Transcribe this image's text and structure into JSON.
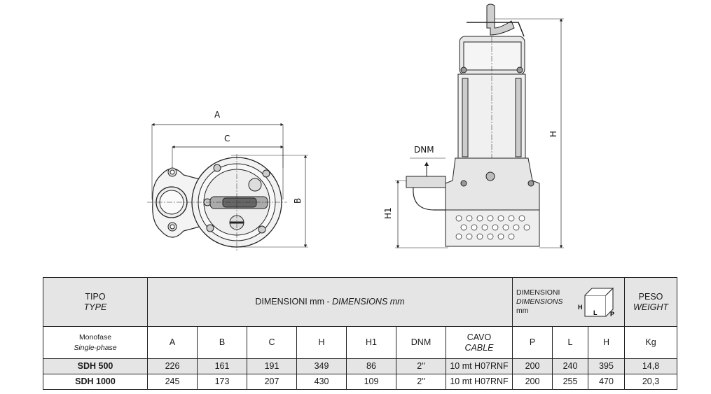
{
  "drawing": {
    "labels": {
      "a": "A",
      "c": "C",
      "b": "B",
      "dnm": "DNM",
      "h1": "H1",
      "h": "H"
    }
  },
  "table": {
    "type_label": "TIPO",
    "type_label_en": "TYPE",
    "dimensions_title": "DIMENSIONI mm - ",
    "dimensions_title_en": "DIMENSIONS mm",
    "box_title": "DIMENSIONI",
    "box_title_en": "DIMENSIONS",
    "box_unit": "mm",
    "box_icon_labels": {
      "h": "H",
      "l": "L",
      "p": "P"
    },
    "weight_label": "PESO",
    "weight_label_en": "WEIGHT",
    "phase_label": "Monofase",
    "phase_label_en": "Single-phase",
    "columns": [
      "A",
      "B",
      "C",
      "H",
      "H1",
      "DNM"
    ],
    "cable_label": "CAVO",
    "cable_label_en": "CABLE",
    "box_columns": [
      "P",
      "L",
      "H"
    ],
    "weight_unit": "Kg",
    "rows": [
      {
        "model": "SDH 500",
        "values": [
          "226",
          "161",
          "191",
          "349",
          "86",
          "2\"",
          "10 mt H07RNF",
          "200",
          "240",
          "395",
          "14,8"
        ]
      },
      {
        "model": "SDH 1000",
        "values": [
          "245",
          "173",
          "207",
          "430",
          "109",
          "2\"",
          "10 mt H07RNF",
          "200",
          "255",
          "470",
          "20,3"
        ]
      }
    ]
  }
}
